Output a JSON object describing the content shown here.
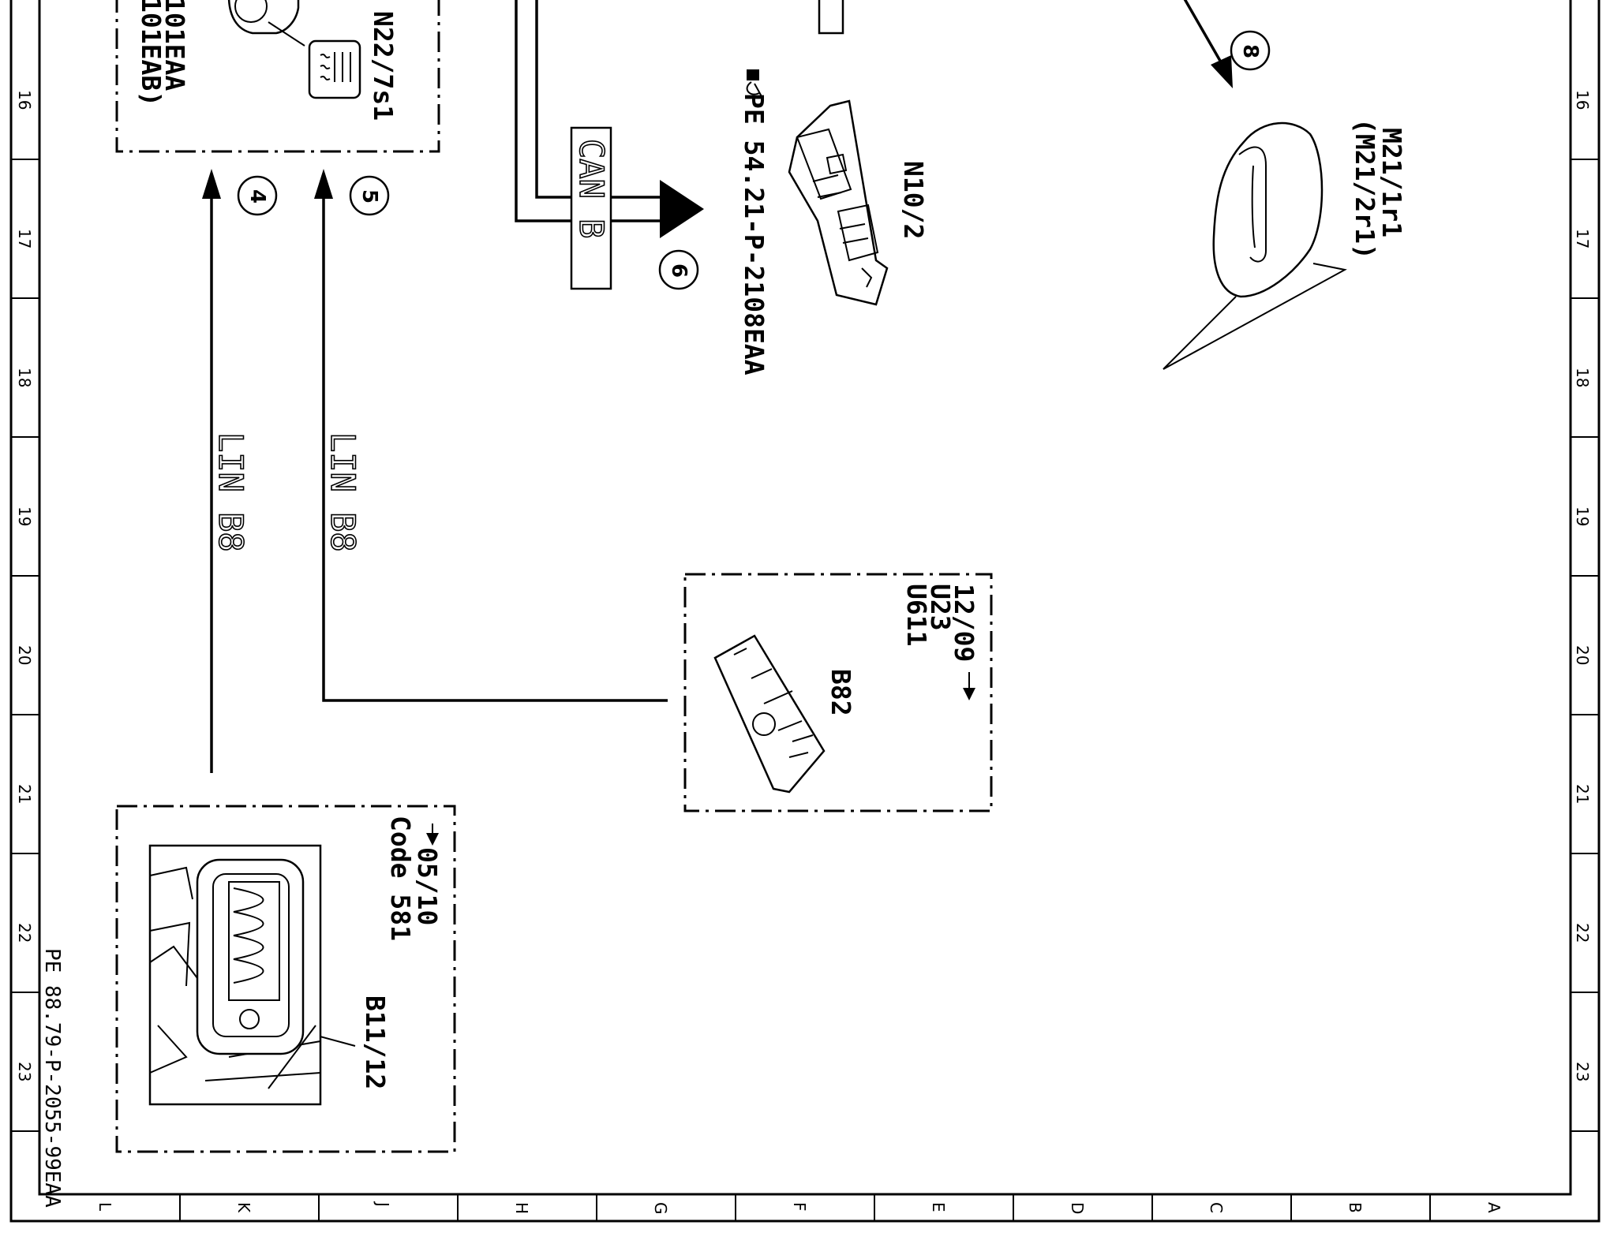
{
  "drawing_ref": "PE 88.79-P-2055-99EAA",
  "zone_numbers": [
    "16",
    "17",
    "18",
    "19",
    "20",
    "21",
    "22",
    "23"
  ],
  "zone_letters": [
    "L",
    "K",
    "J",
    "H",
    "G",
    "F",
    "E",
    "D",
    "C",
    "B",
    "A"
  ],
  "switch_box": {
    "line1": "N22/7s1",
    "partial1": "101EAA",
    "partial2": "101EAB)"
  },
  "bus": {
    "lin_left": "LIN B8",
    "lin_right": "LIN B8",
    "can": "CAN B"
  },
  "markers": {
    "m4": "4",
    "m5": "5",
    "m6": "6",
    "m8": "8"
  },
  "control_unit": {
    "name": "N10/2",
    "ref": "PE 54.21-P-2108EAA"
  },
  "mirror": {
    "name": "M21/1r1",
    "alt": "(M21/2r1)"
  },
  "sensor_b82": {
    "date": "12/09",
    "code1": "U23",
    "code2": "U611",
    "name": "B82"
  },
  "sensor_b11": {
    "date": "05/10",
    "code": "Code 581",
    "name": "B11/12"
  }
}
